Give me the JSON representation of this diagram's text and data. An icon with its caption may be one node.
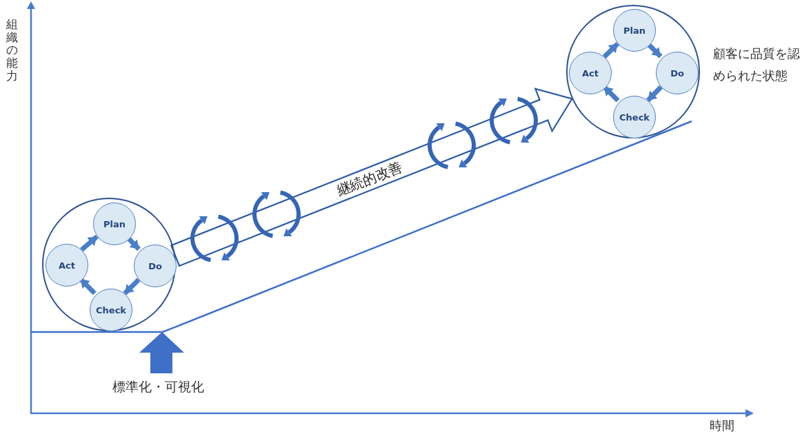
{
  "diagram": {
    "nodes": [
      {
        "text": [],
        "shape": "circle"
      },
      {
        "text": [
          "Plan"
        ],
        "in": 0
      },
      {
        "text": [
          "Do"
        ],
        "in": 0
      },
      {
        "text": [
          "Check"
        ],
        "in": 0
      },
      {
        "text": [
          "Act"
        ],
        "in": 0
      },
      {
        "text": [],
        "shape": "circle",
        "beside": [
          "顧客に品質を認められた状態"
        ]
      },
      {
        "text": [
          "Plan"
        ],
        "in": 5
      },
      {
        "text": [
          "Do"
        ],
        "in": 5
      },
      {
        "text": [
          "Check"
        ],
        "in": 5
      },
      {
        "text": [
          "Act"
        ],
        "in": 5
      }
    ],
    "edges": [
      {
        "from": 0,
        "to": 5,
        "arrow": "to",
        "label": "継続的改善",
        "style": "thick"
      },
      {
        "from": 1,
        "to": 2,
        "arrow": "to"
      },
      {
        "from": 2,
        "to": 3,
        "arrow": "to"
      },
      {
        "from": 3,
        "to": 4,
        "arrow": "to"
      },
      {
        "from": 4,
        "to": 1,
        "arrow": "to"
      },
      {
        "from": 6,
        "to": 7,
        "arrow": "to"
      },
      {
        "from": 7,
        "to": 8,
        "arrow": "to"
      },
      {
        "from": 8,
        "to": 9,
        "arrow": "to"
      },
      {
        "from": 9,
        "to": 6,
        "arrow": "to"
      }
    ],
    "labels": [
      "組織の能力",
      "標準化・可視化",
      "時間"
    ]
  }
}
